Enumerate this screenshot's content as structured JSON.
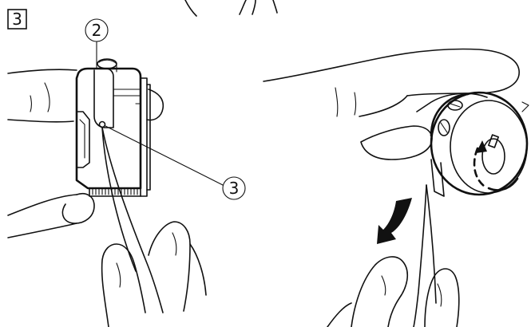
{
  "figure": {
    "step_label": "3",
    "callouts": [
      {
        "id": "callout-2",
        "label": "2"
      },
      {
        "id": "callout-3",
        "label": "3"
      }
    ]
  },
  "colors": {
    "line": "#111111",
    "background": "#ffffff"
  },
  "icons": {
    "direction": "curved-arrow-down-icon",
    "rotation": "counterclockwise-arrow-icon"
  }
}
